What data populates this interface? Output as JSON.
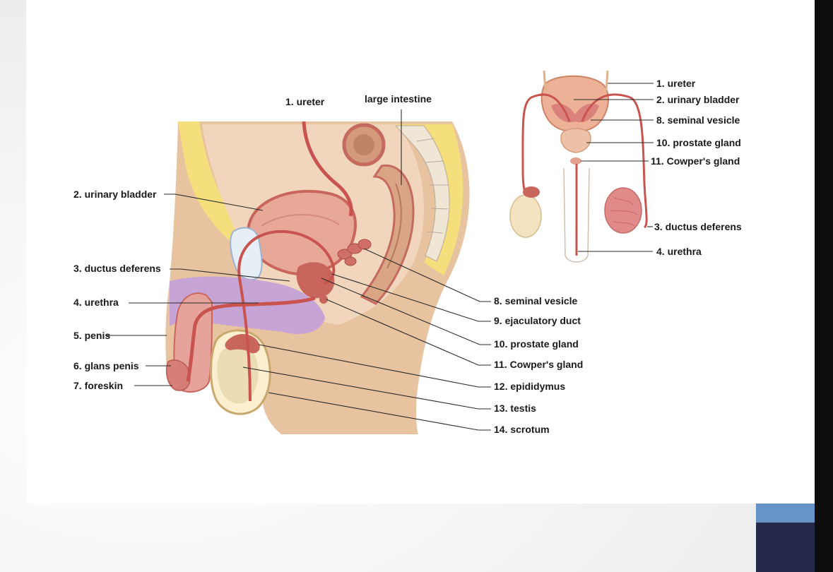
{
  "slide": {
    "colors": {
      "panel": "#ffffff",
      "accent_blue": "#6794c8",
      "accent_navy": "#252a4a",
      "dark_band": "#0d0d0d",
      "skin": "#e8c3a0",
      "tissue_pink": "#e69a92",
      "duct_red": "#c8544f",
      "fat_yellow": "#f5de7c",
      "erectile_purple": "#c7a4d6"
    }
  },
  "sagittal": {
    "labels": {
      "ureter": "1. ureter",
      "large_intestine": "large intestine",
      "urinary_bladder": "2. urinary bladder",
      "ductus_deferens": "3. ductus deferens",
      "urethra": "4. urethra",
      "penis": "5. penis",
      "glans_penis": "6. glans penis",
      "foreskin": "7. foreskin",
      "seminal_vesicle": "8. seminal vesicle",
      "ejaculatory_duct": "9. ejaculatory duct",
      "prostate_gland": "10. prostate gland",
      "cowpers_gland": "11. Cowper's gland",
      "epididymus": "12. epididymus",
      "testis": "13. testis",
      "scrotum": "14. scrotum"
    }
  },
  "frontal": {
    "labels": {
      "ureter": "1. ureter",
      "urinary_bladder": "2. urinary bladder",
      "seminal_vesicle": "8. seminal vesicle",
      "prostate_gland": "10. prostate gland",
      "cowpers_gland": "11. Cowper's gland",
      "ductus_deferens": "3. ductus deferens",
      "urethra": "4. urethra"
    }
  }
}
